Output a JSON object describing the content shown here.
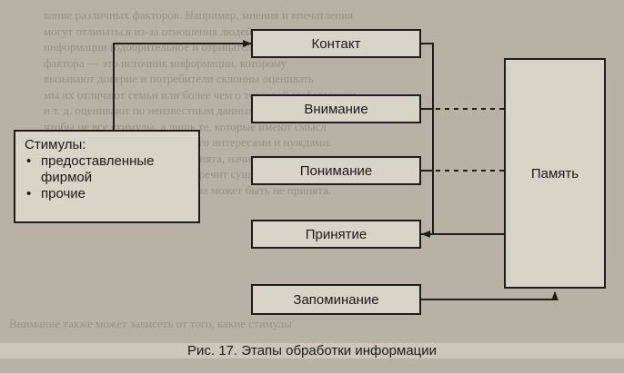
{
  "diagram": {
    "stages": {
      "contact": "Контакт",
      "attention": "Внимание",
      "comprehension": "Понимание",
      "acceptance": "Принятие",
      "retention": "Запоминание"
    },
    "stimuli": {
      "title": "Стимулы:",
      "items": [
        "предоставленные фирмой",
        "прочие"
      ],
      "bullet": "•"
    },
    "memory": "Память",
    "caption": "Рис. 17. Этапы обработки информации"
  },
  "background_text": {
    "top_lines": [
      "вание различных факторов. Например, мнения и впечатления",
      "могут отличаться из-за отношения людей к тем или иным источникам",
      "информации (одобрительное и отрицательное).",
      "фактора — это источник информации, которому",
      "вызывают доверие и потребители склонны оценивать",
      "мы их отличают семьи или более чем о торговой информации",
      "и т. д. оценивают по неизвестным данным",
      "чтобы не все стимулы, а лишь те, которые имеют смысл",
      "для него; внимание связано с его интересами и нуждами.",
      "После того как информация понята, начинается процесс",
      "её принятия. Если она противоречит существующим знаниям,",
      "мнениям или установкам, то она может быть не принята."
    ],
    "bottom_line": "Внимание также может зависеть от того, какие стимулы"
  }
}
